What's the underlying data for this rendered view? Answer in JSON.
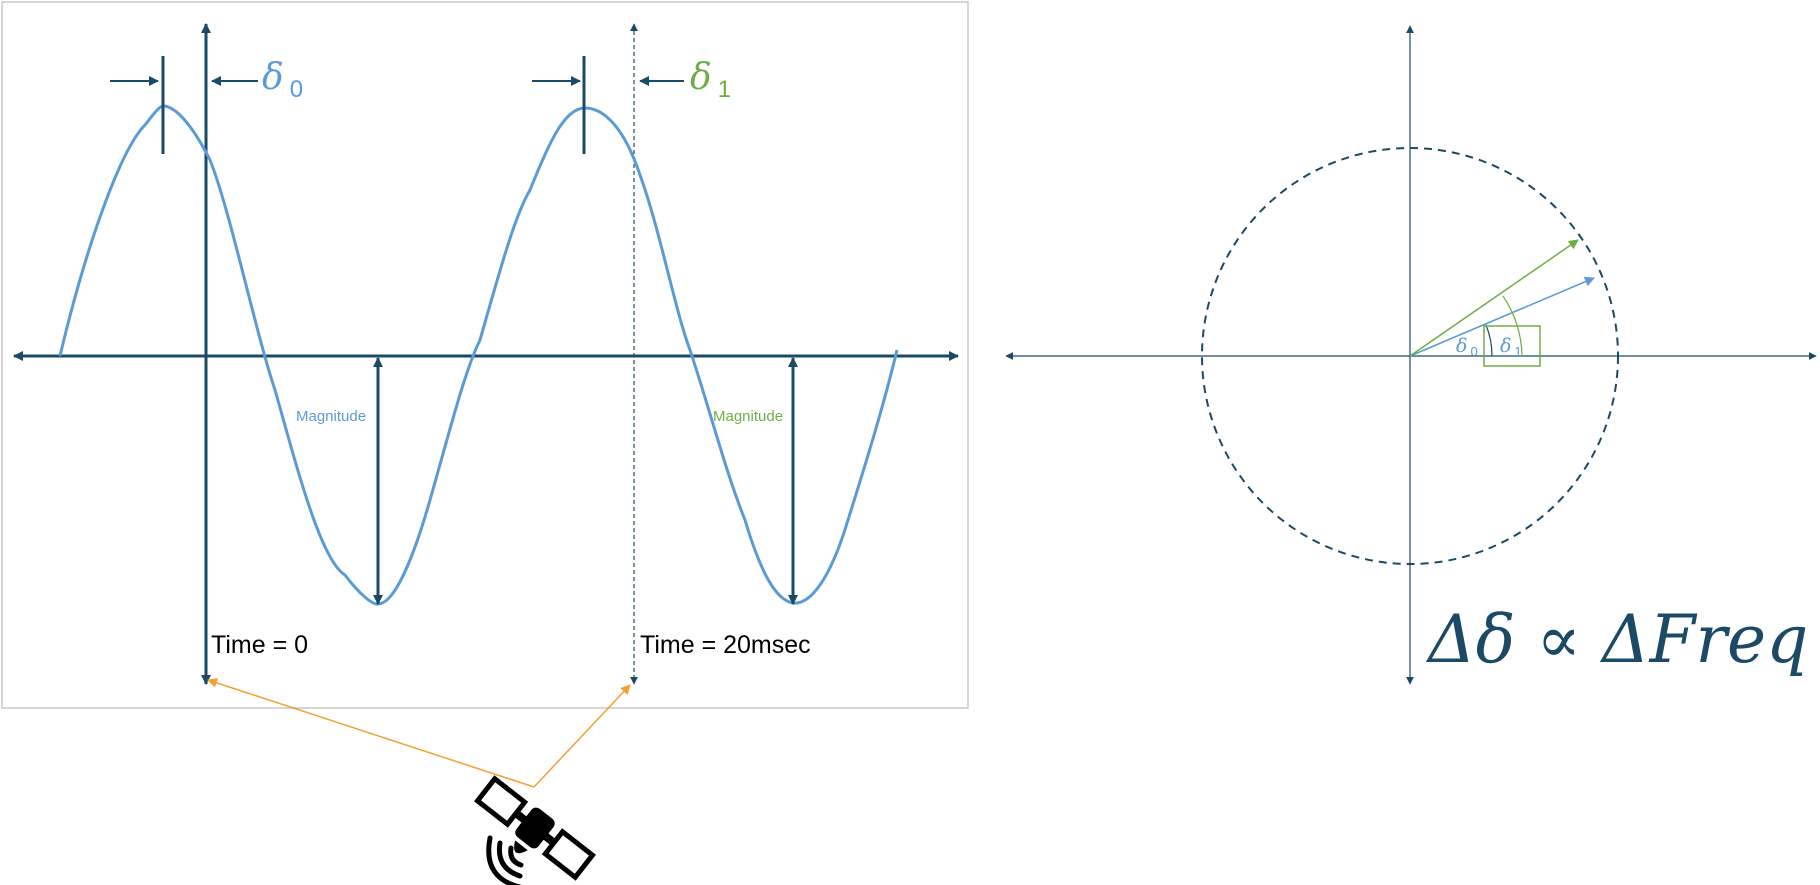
{
  "colors": {
    "axis": "#1b4a66",
    "wave": "#5b9bd5",
    "green": "#70ad47",
    "orange": "#f4a030",
    "frame": "#c8c8c8",
    "text": "#000000"
  },
  "left_panel": {
    "delta0": {
      "symbol": "δ",
      "sub": "0"
    },
    "delta1": {
      "symbol": "δ",
      "sub": "1"
    },
    "magnitude_left": "Magnitude",
    "magnitude_right": "Magnitude",
    "time0": "Time = 0",
    "time20": "Time = 20msec"
  },
  "right_panel": {
    "delta0": {
      "symbol": "δ",
      "sub": "0"
    },
    "delta1": {
      "symbol": "δ",
      "sub": "1"
    },
    "formula": "Δδ ∝ ΔFreq"
  },
  "icons": {
    "satellite": "satellite-icon"
  }
}
